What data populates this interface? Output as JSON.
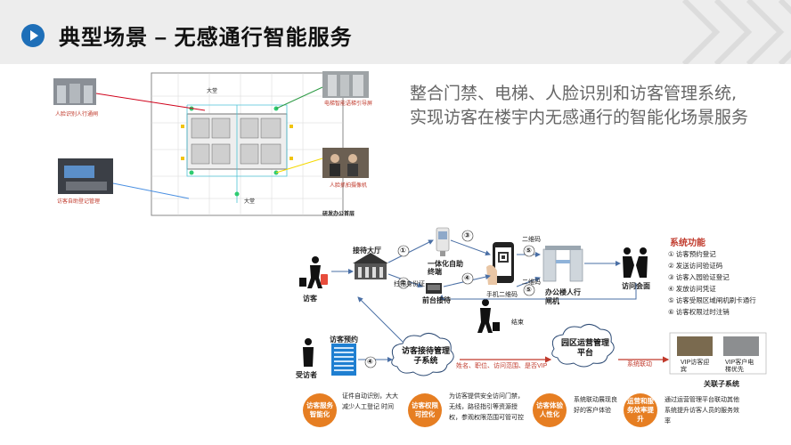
{
  "header": {
    "title": "典型场景 – 无感通行智能服务"
  },
  "description": "整合门禁、电梯、人脸识别和访客管理系统, 实现访客在楼宇内无感通行的智能化场景服务",
  "floorplan": {
    "lobby_top": "大堂",
    "lobby_bottom": "大堂",
    "area_name": "研发办公首层",
    "callout_face_gate": "人脸识别人行通闸",
    "callout_self_reg": "访客自助登记管理",
    "callout_elevator": "电梯智能语梯引导屏",
    "callout_camera": "人脸抓拍摄像机"
  },
  "flow": {
    "visitor": "访客",
    "visited": "受访者",
    "reception_hall": "接待大厅",
    "self_terminal": "一体化自助终端",
    "front_desk": "前台接待",
    "scan_id": "扫描身份证",
    "phone_qr": "手机二维码",
    "qr1": "二维码",
    "qr2": "二维码",
    "gate": "办公楼人行闸机",
    "meeting": "访问会面",
    "end": "结束",
    "visitor_booking": "访客预约",
    "visitor_system": "访客接待管理子系统",
    "park_platform": "园区运营管理平台",
    "info_line": "姓名、职位、访问范围、是否VIP",
    "linkage": "系统联动",
    "related_system": "关联子系统",
    "vip1": "VIP访客迎宾",
    "vip2": "VIP客户电梯优先",
    "steps": [
      "①",
      "②",
      "③",
      "④",
      "④",
      "⑤",
      "⑤"
    ]
  },
  "functions": {
    "title": "系统功能",
    "items": [
      "① 访客预约登记",
      "② 发送访问验证码",
      "③ 访客入园验证登记",
      "④ 发放访问凭证",
      "⑤ 访客受限区域闸机刷卡通行",
      "⑥ 访客权限过时注销"
    ]
  },
  "benefits": [
    {
      "badge": "访客服务智能化",
      "text": "证件自动识别，大大减少人工登记 时间"
    },
    {
      "badge": "访客权限可控化",
      "text": "为访客提供安全访问门禁，无线，路径指引等资源授权，参观权限范围可管可控"
    },
    {
      "badge": "访客体验人性化",
      "text": "系统联动展现良好的客户体验"
    },
    {
      "badge": "运营和服务效率提升",
      "text": "通过运营管理平台联动其他系统提升访客人员的服务效率"
    }
  ],
  "colors": {
    "accent": "#1e6fb8",
    "badge": "#e67e22",
    "red": "#c0392b"
  }
}
